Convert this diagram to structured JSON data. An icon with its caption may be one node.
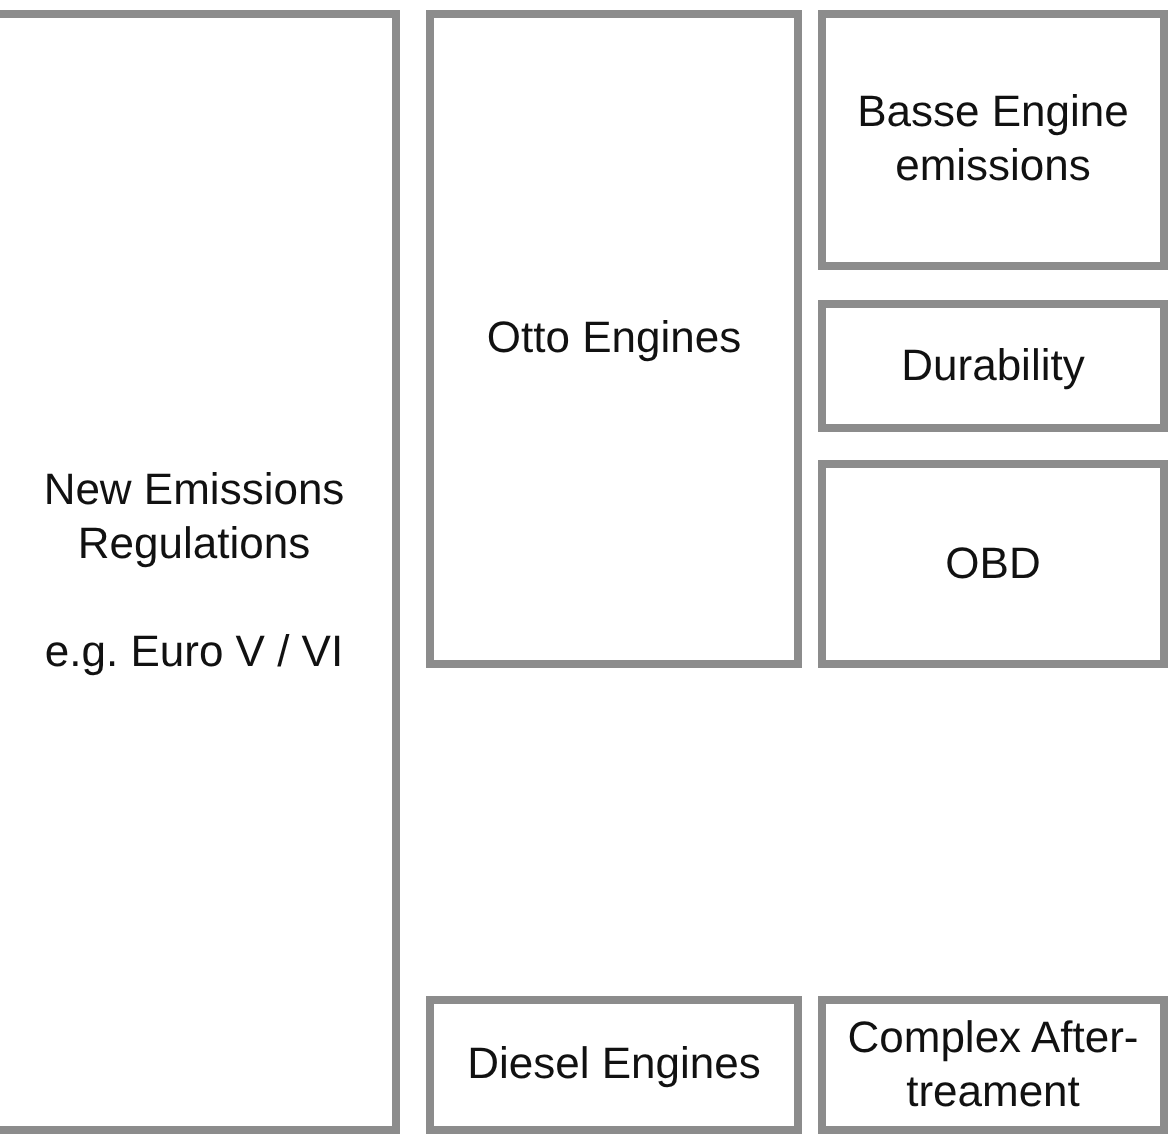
{
  "diagram": {
    "nodes": [
      {
        "text": [
          "New Emissions Regulations",
          "e.g. Euro V / VI"
        ]
      },
      {
        "text": [
          "Otto Engines"
        ]
      },
      {
        "text": [
          "Basse Engine emissions"
        ]
      },
      {
        "text": [
          "Durability"
        ]
      },
      {
        "text": [
          "OBD"
        ]
      },
      {
        "text": [
          "Diesel Engines"
        ]
      },
      {
        "text": [
          "Complex After- treament"
        ]
      }
    ]
  }
}
